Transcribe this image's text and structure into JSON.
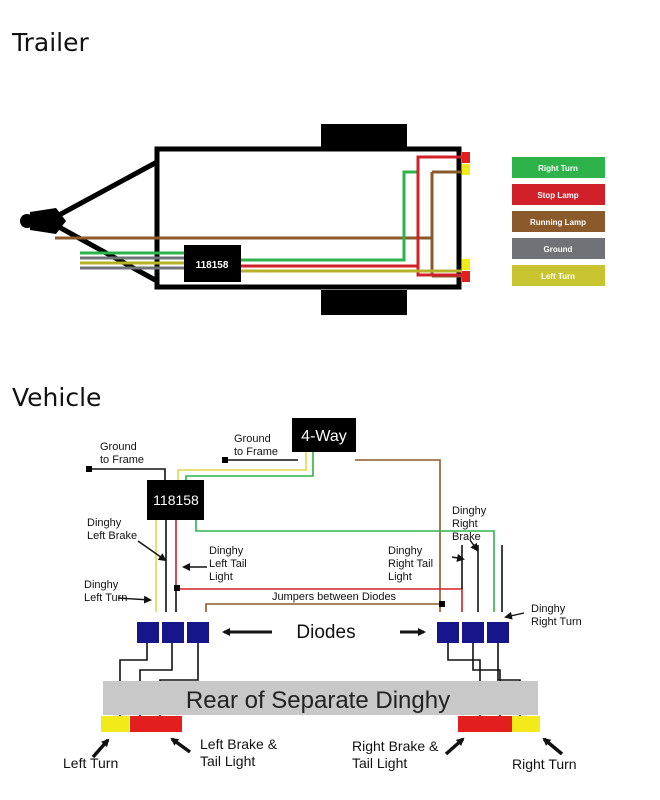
{
  "trailer": {
    "heading": "Trailer",
    "module_label": "118158",
    "legend": [
      {
        "label": "Right Turn",
        "color": "#2db34a"
      },
      {
        "label": "Stop Lamp",
        "color": "#d0202a"
      },
      {
        "label": "Running Lamp",
        "color": "#8b5a2b"
      },
      {
        "label": "Ground",
        "color": "#6f7277"
      },
      {
        "label": "Left Turn",
        "color": "#c7c430"
      }
    ]
  },
  "vehicle": {
    "heading": "Vehicle",
    "four_way_label": "4-Way",
    "module_label": "118158",
    "ground_left": [
      "Ground",
      "to Frame"
    ],
    "ground_top": [
      "Ground",
      "to Frame"
    ],
    "dinghy_left_brake": [
      "Dinghy",
      "Left Brake"
    ],
    "dinghy_left_tail": [
      "Dinghy",
      "Left Tail",
      "Light"
    ],
    "dinghy_left_turn": [
      "Dinghy",
      "Left Turn"
    ],
    "dinghy_right_brake": [
      "Dinghy",
      "Right",
      "Brake"
    ],
    "dinghy_right_tail": [
      "Dinghy",
      "Right Tail",
      "Light"
    ],
    "dinghy_right_turn": [
      "Dinghy",
      "Right Turn"
    ],
    "jumpers_label": "Jumpers between Diodes",
    "diodes_label": "Diodes",
    "rear_label": "Rear of Separate Dinghy",
    "left_turn": "Left Turn",
    "left_brake": [
      "Left Brake &",
      "Tail Light"
    ],
    "right_brake": [
      "Right Brake &",
      "Tail Light"
    ],
    "right_turn": "Right Turn"
  },
  "colors": {
    "green": "#2db34a",
    "red": "#d0202a",
    "brown": "#8b5a2b",
    "yellow": "#e0d84a",
    "olive": "#b5b229",
    "diode_blue": "#16168a",
    "bar_gray": "#c8c8c8",
    "lamp_yellow": "#f3ea1a",
    "lamp_red": "#e31e1e"
  }
}
